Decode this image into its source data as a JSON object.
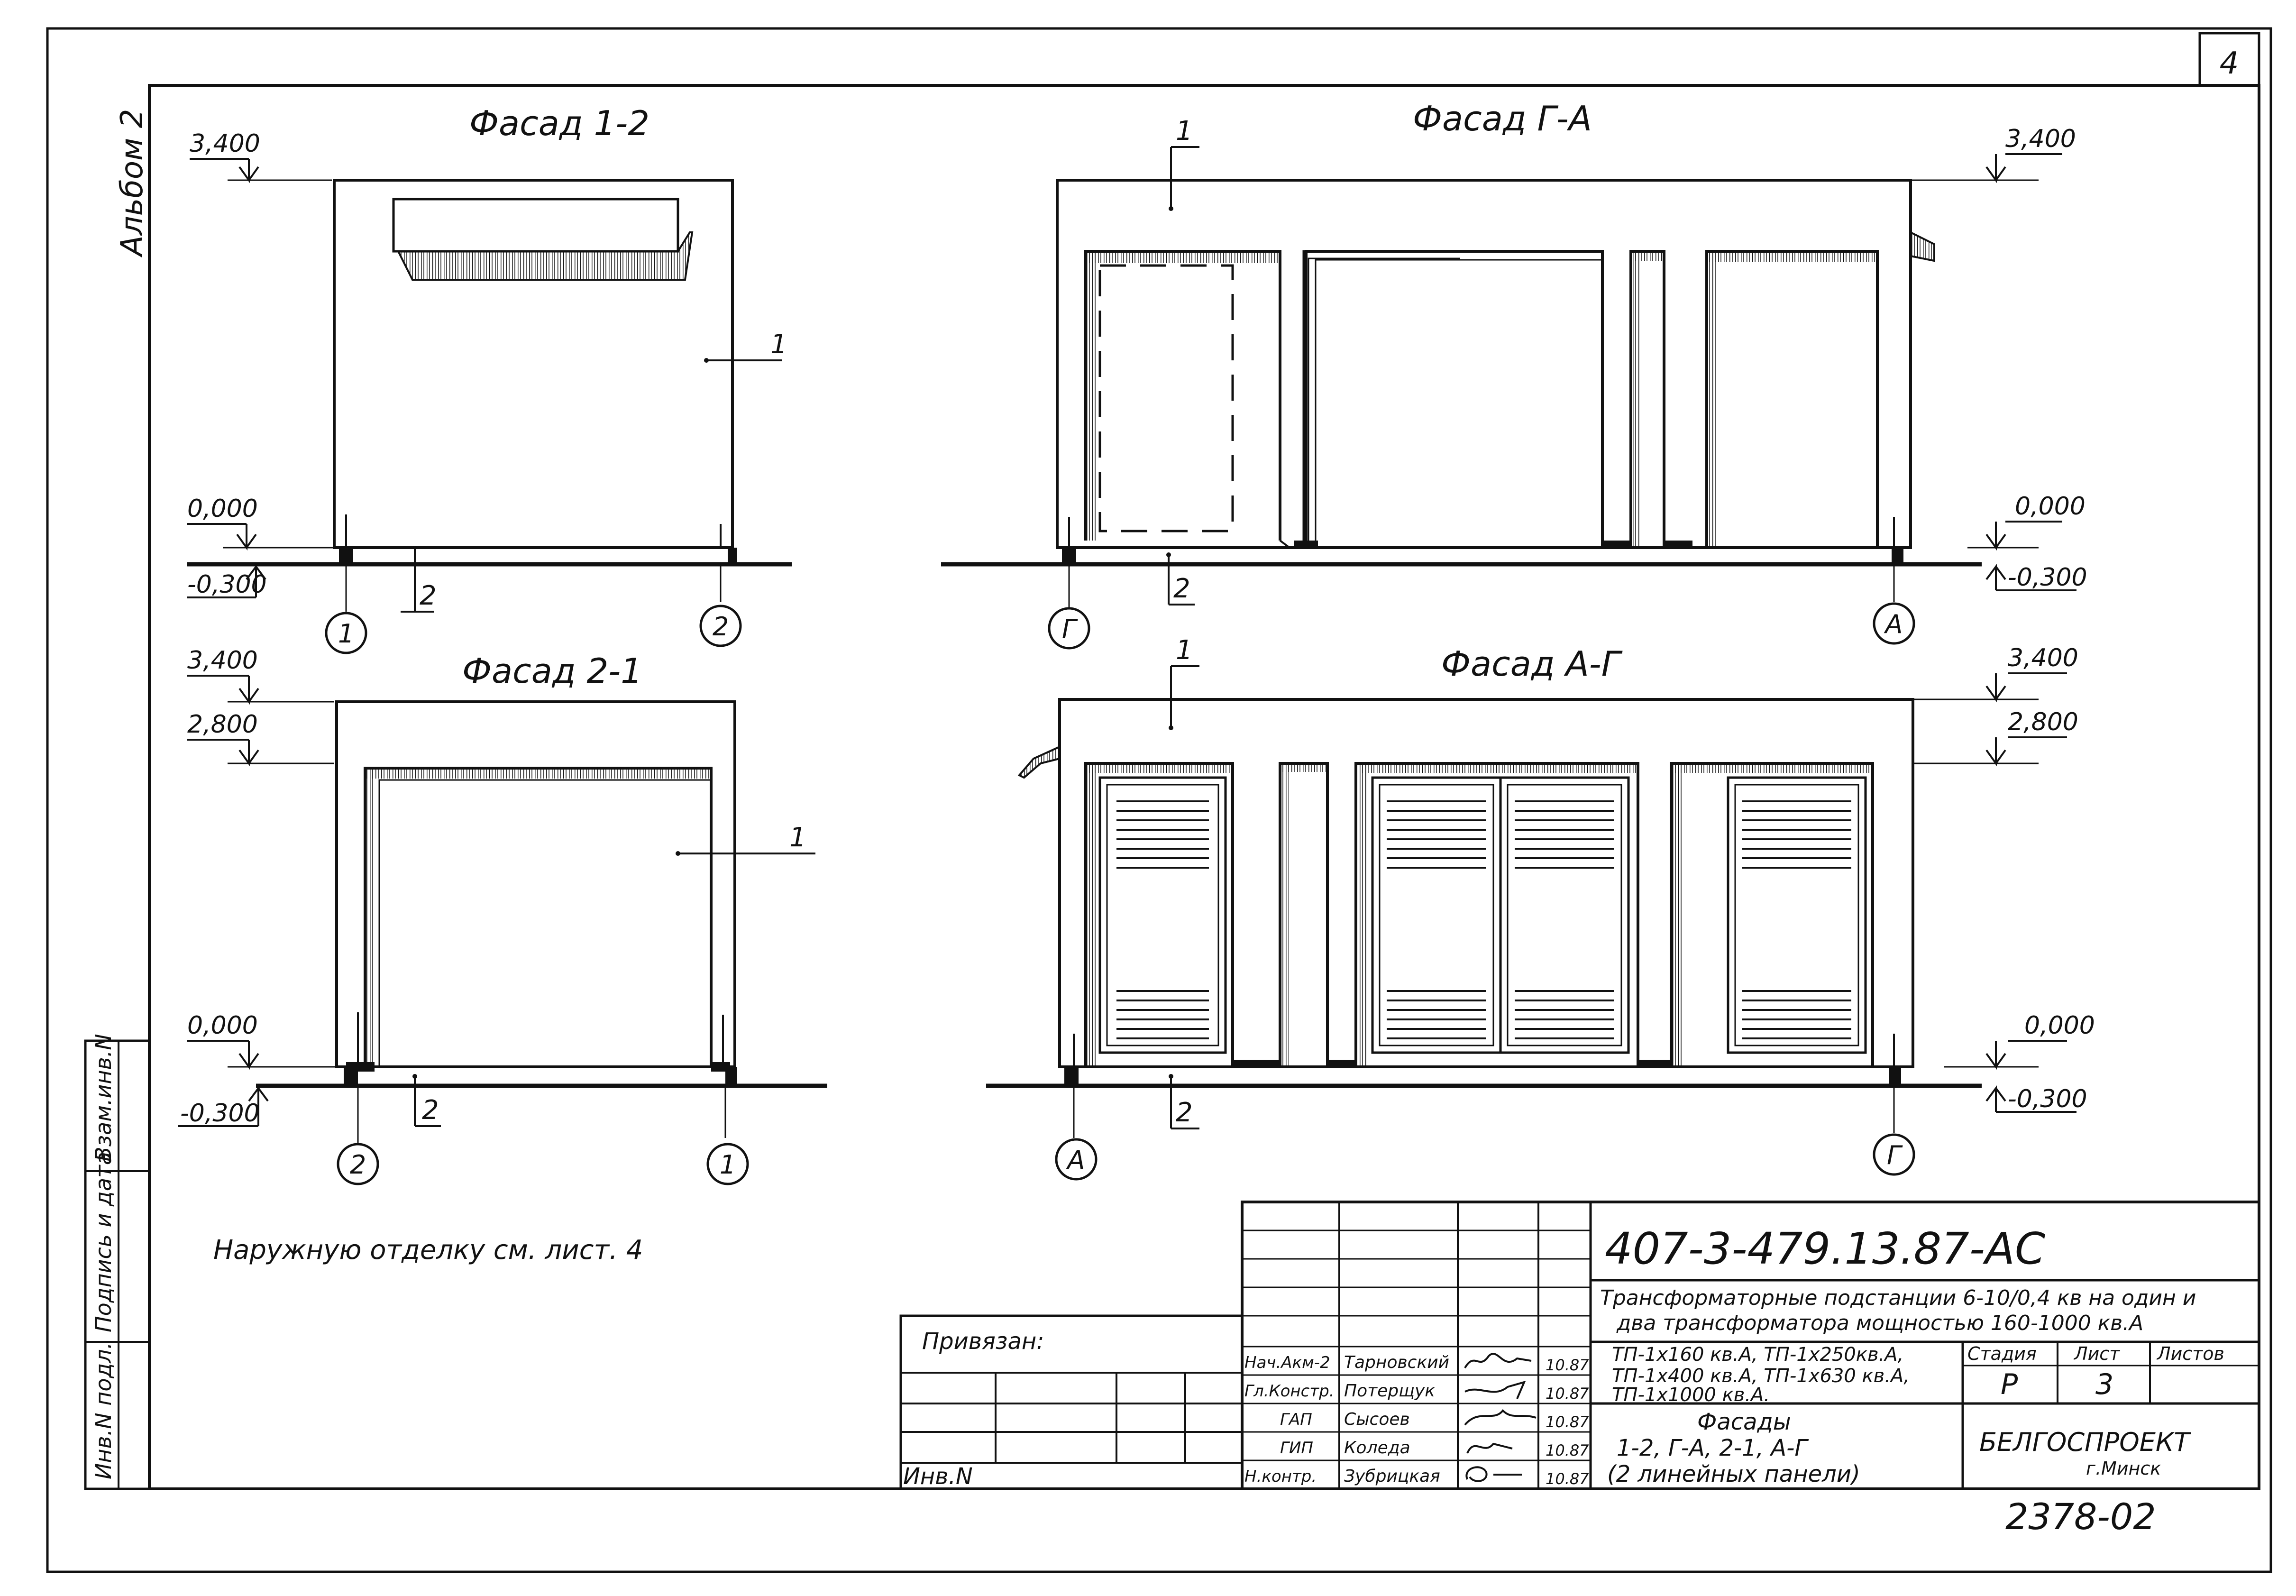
{
  "sheet": {
    "page_number": "4",
    "album": "Альбом 2",
    "note": "Наружную отделку см. лист. 4"
  },
  "facades": [
    {
      "title": "Фасад 1-2",
      "levels": [
        "3,400",
        "0,000",
        "-0,300"
      ],
      "callouts": [
        "1",
        "2"
      ],
      "axes": [
        "1",
        "2"
      ]
    },
    {
      "title": "Фасад Г-А",
      "levels": [
        "3,400",
        "0,000",
        "-0,300"
      ],
      "callouts": [
        "1",
        "2"
      ],
      "axes": [
        "Г",
        "А"
      ]
    },
    {
      "title": "Фасад 2-1",
      "levels": [
        "3,400",
        "2,800",
        "0,000",
        "-0,300"
      ],
      "callouts": [
        "1",
        "2"
      ],
      "axes": [
        "2",
        "1"
      ]
    },
    {
      "title": "Фасад А-Г",
      "levels": [
        "3,400",
        "2,800",
        "0,000",
        "-0,300"
      ],
      "callouts": [
        "1",
        "2"
      ],
      "axes": [
        "А",
        "Г"
      ]
    }
  ],
  "side_stamp": [
    "Инв.N подл.",
    "Подпись и дата",
    "Взам.инв.N"
  ],
  "privyazan": {
    "label": "Привязан:",
    "inv_label": "Инв.N"
  },
  "title_block": {
    "code": "407-3-479.13.87-АС",
    "description": [
      "Трансформаторные подстанции 6-10/0,4 кв на один и",
      "два трансформатора мощностью 160-1000 кв.А"
    ],
    "variants": [
      "ТП-1х160 кв.А, ТП-1х250кв.А,",
      "ТП-1х400 кв.А, ТП-1х630 кв.А,",
      "ТП-1х1000 кв.А."
    ],
    "sheet_title": [
      "Фасады",
      "1-2, Г-А, 2-1, А-Г",
      "(2 линейных панели)"
    ],
    "stage_label": "Стадия",
    "sheet_label": "Лист",
    "sheets_label": "Листов",
    "stage": "Р",
    "sheet": "3",
    "org": "БЕЛГОСПРОЕКТ",
    "city": "г.Минск",
    "drawing_number": "2378-02",
    "signatures": [
      {
        "role": "Нач.Акм-2",
        "name": "Тарновский",
        "date": "10.87"
      },
      {
        "role": "Гл.Констр.",
        "name": "Потерщук",
        "date": "10.87"
      },
      {
        "role": "ГАП",
        "name": "Сысоев",
        "date": "10.87"
      },
      {
        "role": "ГИП",
        "name": "Коледа",
        "date": "10.87"
      },
      {
        "role": "Н.контр.",
        "name": "Зубрицкая",
        "date": "10.87"
      }
    ]
  }
}
